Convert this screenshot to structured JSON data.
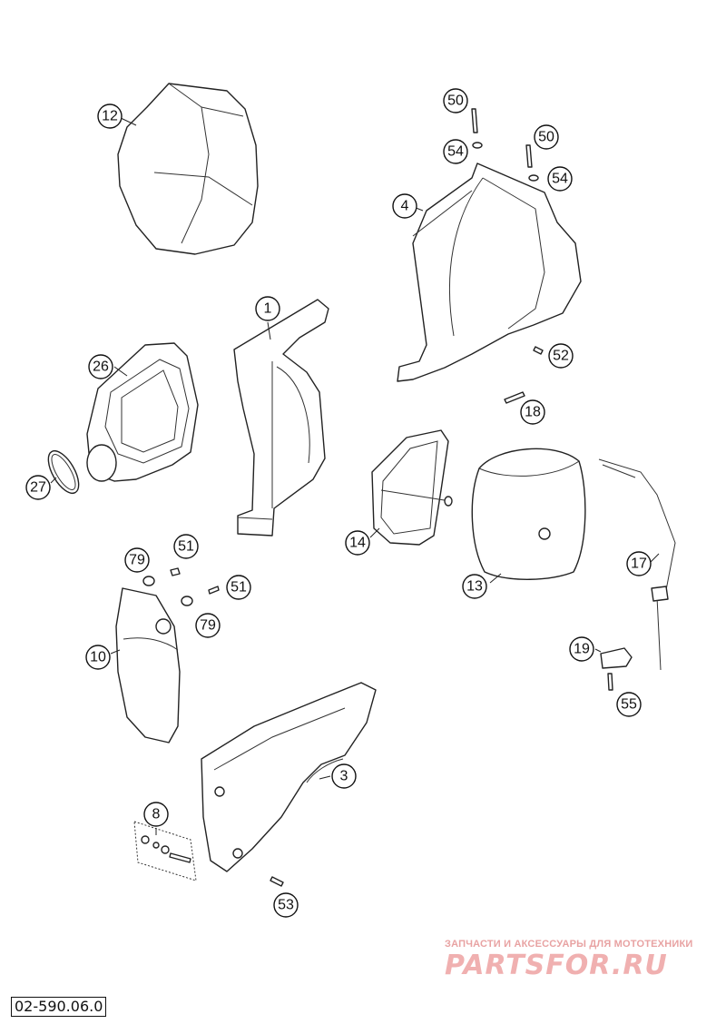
{
  "drawing_number": "02-590.06.0",
  "watermark": {
    "caption": "ЗАПЧАСТИ И АКСЕССУАРЫ ДЛЯ МОТОТЕХНИКИ",
    "logo": "PARTSFOR.RU"
  },
  "callouts": {
    "c12": "12",
    "c50a": "50",
    "c54a": "54",
    "c50b": "50",
    "c54b": "54",
    "c4": "4",
    "c1": "1",
    "c52": "52",
    "c26": "26",
    "c18": "18",
    "c27": "27",
    "c14": "14",
    "c13": "13",
    "c17": "17",
    "c79a": "79",
    "c51a": "51",
    "c51b": "51",
    "c79b": "79",
    "c10": "10",
    "c19": "19",
    "c55": "55",
    "c3": "3",
    "c8": "8",
    "c53": "53"
  }
}
